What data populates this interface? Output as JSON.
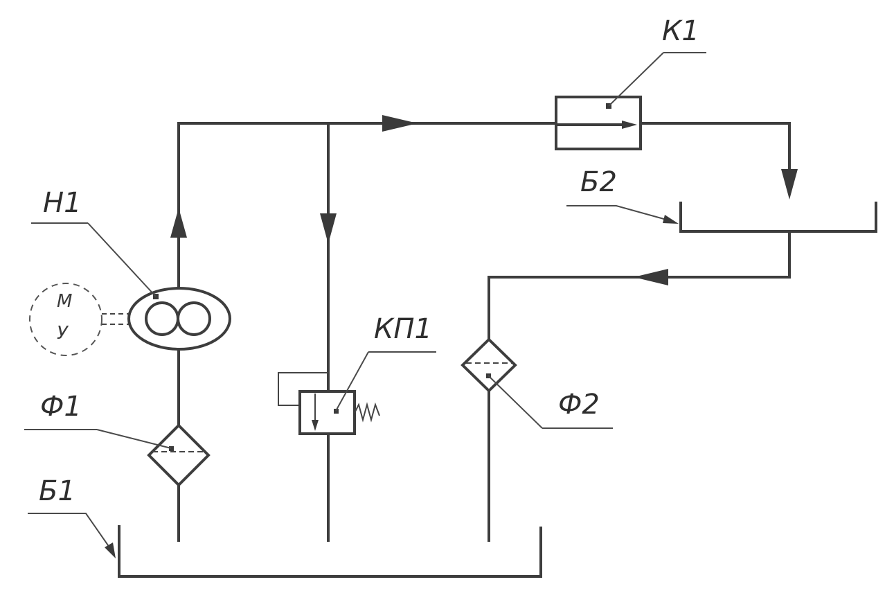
{
  "labels": {
    "pump": "Н1",
    "motor_top": "М",
    "motor_bottom": "У",
    "filter_1": "Ф1",
    "filter_2": "Ф2",
    "relief_valve": "КП1",
    "cooler": "К1",
    "tank_1": "Б1",
    "tank_2": "Б2"
  },
  "colors": {
    "line": "#3d3d3d",
    "background": "#ffffff"
  }
}
